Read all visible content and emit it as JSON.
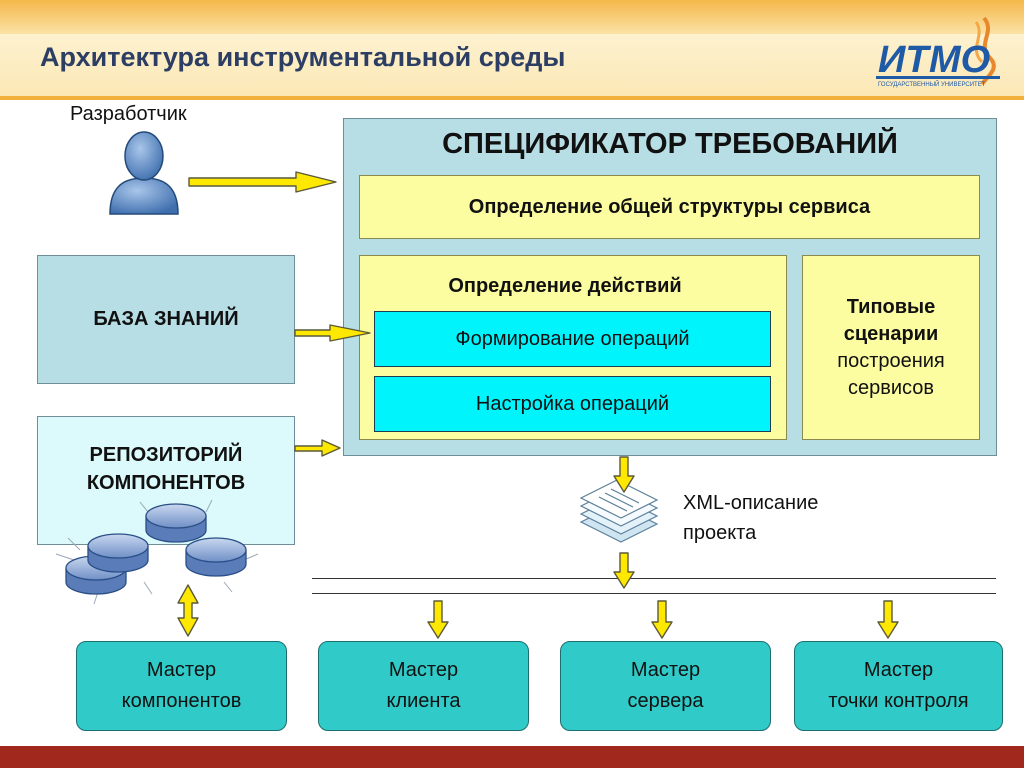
{
  "header": {
    "title": "Архитектура инструментальной среды",
    "logo_text": "ИТМО",
    "logo_subtext": "ГОСУДАРСТВЕННЫЙ УНИВЕРСИТЕТ"
  },
  "developer": {
    "label": "Разработчик",
    "icon": "user-icon"
  },
  "spec": {
    "title": "СПЕЦИФИКАТОР ТРЕБОВАНИЙ",
    "structure": "Определение общей структуры сервиса",
    "actions_title": "Определение действий",
    "form_ops": "Формирование операций",
    "tune_ops": "Настройка операций",
    "scenarios_bold1": "Типовые",
    "scenarios_bold2": "сценарии",
    "scenarios_line3": "построения",
    "scenarios_line4": "сервисов"
  },
  "knowledge_base": {
    "label": "БАЗА ЗНАНИЙ"
  },
  "repository": {
    "line1": "РЕПОЗИТОРИЙ",
    "line2": "КОМПОНЕНТОВ",
    "icon": "database-disks-icon"
  },
  "xml": {
    "line1": "XML-описание",
    "line2": "проекта",
    "icon": "document-stack-icon"
  },
  "masters": [
    {
      "line1": "Мастер",
      "line2": "компонентов"
    },
    {
      "line1": "Мастер",
      "line2": "клиента"
    },
    {
      "line1": "Мастер",
      "line2": "сервера"
    },
    {
      "line1": "Мастер",
      "line2": "точки контроля"
    }
  ],
  "colors": {
    "accent": "#f2b13c",
    "title_color": "#2c3e63",
    "panel": "#b7dde5",
    "yellow_box": "#fcfca0",
    "cyan_box": "#00f4fc",
    "master_box": "#30cbc8",
    "bottom_bar": "#a0281c"
  }
}
